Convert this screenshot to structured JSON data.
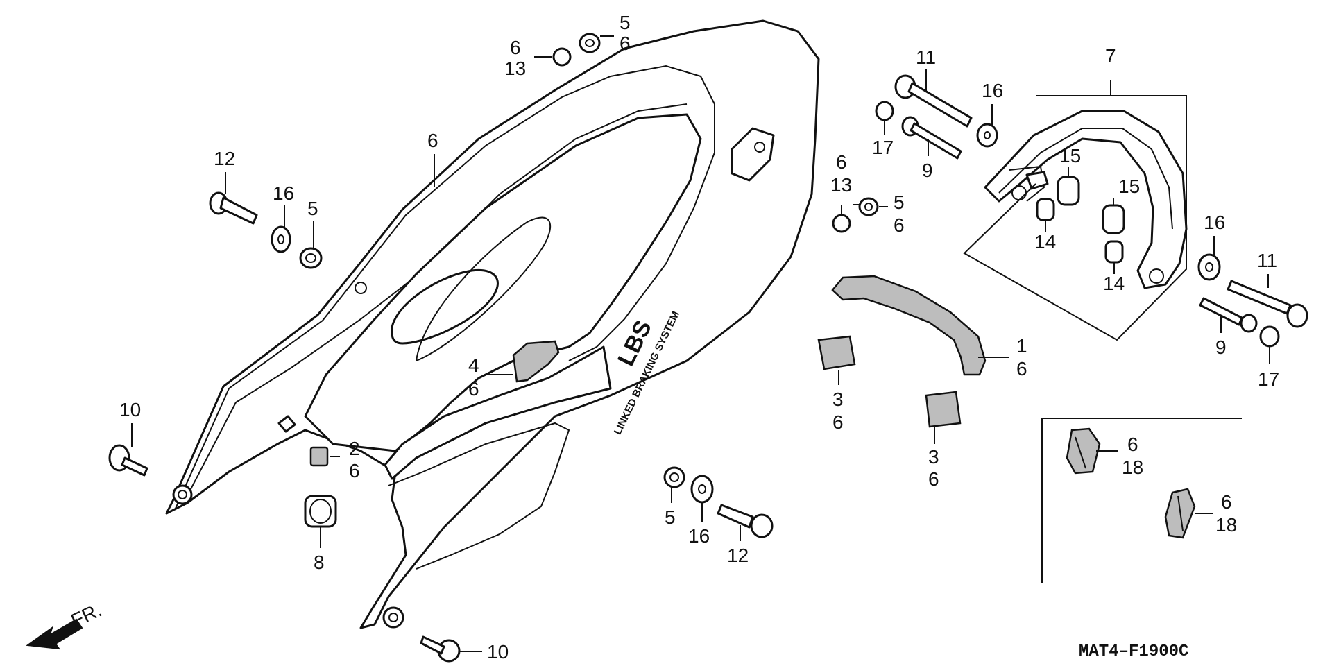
{
  "diagram": {
    "drawing_code": "MAT4–F1900C",
    "direction_label": "FR.",
    "decal": {
      "logo": "LBS",
      "caption": "LINKED BRAKING SYSTEM"
    },
    "callouts": {
      "c1": "1",
      "c1b": "6",
      "c2": "2",
      "c2b": "6",
      "c3a": "3",
      "c3ab": "6",
      "c3b": "3",
      "c3bb": "6",
      "c4": "4",
      "c4b": "6",
      "c5a": "5",
      "c5ab": "6",
      "c5b": "5",
      "c5c": "5",
      "c5cb": "6",
      "c5d": "5",
      "c6a": "6",
      "c6ab": "13",
      "c6b": "6",
      "c6c": "6",
      "c6cb": "13",
      "c7": "7",
      "c8": "8",
      "c9a": "9",
      "c9b": "9",
      "c10a": "10",
      "c10b": "10",
      "c11a": "11",
      "c11b": "11",
      "c12a": "12",
      "c12b": "12",
      "c14a": "14",
      "c14b": "14",
      "c15a": "15",
      "c15b": "15",
      "c16a": "16",
      "c16b": "16",
      "c16c": "16",
      "c16d": "16",
      "c17a": "17",
      "c17b": "17",
      "c18a": "6",
      "c18ab": "18",
      "c18b": "6",
      "c18bb": "18"
    }
  }
}
